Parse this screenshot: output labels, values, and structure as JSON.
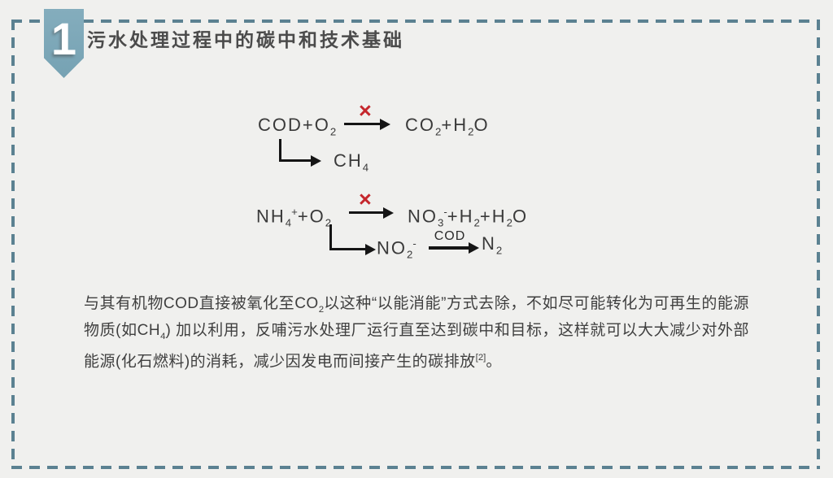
{
  "slide": {
    "header": {
      "badge_number": "1",
      "title": "污水处理过程中的碳中和技术基础"
    },
    "equations": {
      "eq1": {
        "reactants": [
          {
            "t": "COD+O"
          },
          {
            "v": "sub",
            "t": "2"
          }
        ],
        "cross": "×",
        "products": [
          {
            "t": "CO"
          },
          {
            "v": "sub",
            "t": "2"
          },
          {
            "t": "+H"
          },
          {
            "v": "sub",
            "t": "2"
          },
          {
            "t": "O"
          }
        ],
        "branch": {
          "product": [
            {
              "t": "CH"
            },
            {
              "v": "sub",
              "t": "4"
            }
          ]
        }
      },
      "eq2": {
        "reactants": [
          {
            "t": "NH"
          },
          {
            "v": "sub",
            "t": "4"
          },
          {
            "v": "sup",
            "t": "+"
          },
          {
            "t": "+O"
          },
          {
            "v": "sub",
            "t": "2"
          }
        ],
        "cross": "×",
        "products": [
          {
            "t": "NO"
          },
          {
            "v": "sub",
            "t": "3"
          },
          {
            "v": "sup",
            "t": "-"
          },
          {
            "t": "+H"
          },
          {
            "v": "sub",
            "t": "2"
          },
          {
            "t": "+H"
          },
          {
            "v": "sub",
            "t": "2"
          },
          {
            "t": "O"
          }
        ],
        "branch": {
          "intermediate": [
            {
              "t": "NO"
            },
            {
              "v": "sub",
              "t": "2"
            },
            {
              "v": "sup",
              "t": "-"
            }
          ],
          "arrow_label": "COD",
          "product": [
            {
              "t": "N"
            },
            {
              "v": "sub",
              "t": "2"
            }
          ]
        }
      }
    },
    "paragraph": {
      "segments": [
        {
          "t": "与其有机物COD直接被氧化至CO"
        },
        {
          "v": "sub",
          "t": "2"
        },
        {
          "t": "以这种“以能消能”方式去除，不如尽可能转化为可再生的能源物质(如CH"
        },
        {
          "v": "sub",
          "t": "4"
        },
        {
          "t": ") 加以利用，反哺污水处理厂运行直至达到碳中和目标，这样就可以大大减少对外部能源(化石燃料)的消耗，减少因发电而间接产生的碳排放"
        },
        {
          "v": "sup",
          "t": "[2]"
        },
        {
          "t": "。"
        }
      ]
    },
    "colors": {
      "border_dash": "#5b8191",
      "badge_fill": "#7da8b9",
      "cross_red": "#c5262c",
      "text": "#3a3a3a",
      "background": "#f0f0ee"
    }
  }
}
